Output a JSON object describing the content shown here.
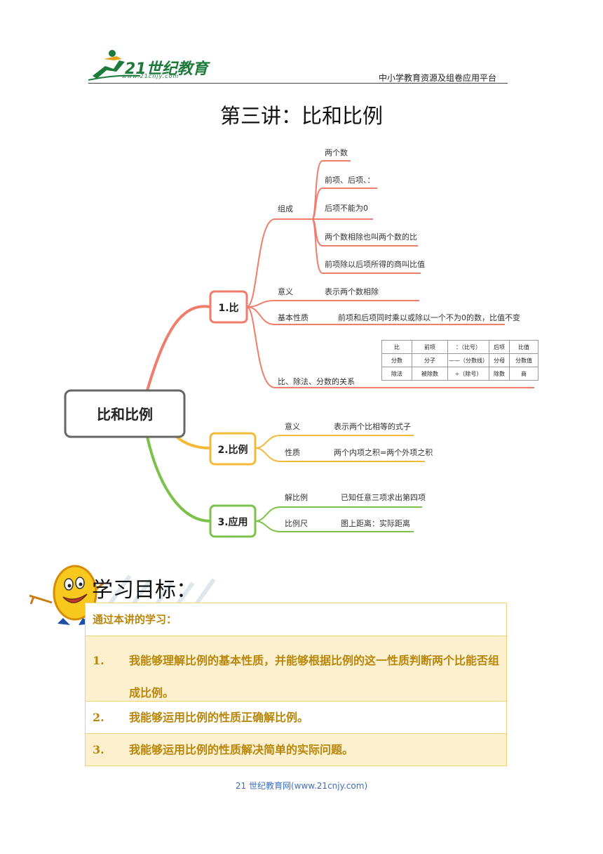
{
  "header": {
    "logo_text": "21世纪教育",
    "logo_url": "www.21cnjy.com",
    "right_text": "中小学教育资源及组卷应用平台"
  },
  "title": "第三讲：比和比例",
  "mindmap": {
    "root": "比和比例",
    "branches": [
      {
        "label": "1.比",
        "color": "#f07c6c",
        "items": [
          {
            "label": "组成",
            "children": [
              "两个数",
              "前项、后项、：",
              "后项不能为0",
              "两个数相除也叫两个数的比",
              "前项除以后项所得的商叫比值"
            ]
          },
          {
            "label": "意义",
            "value": "表示两个数相除"
          },
          {
            "label": "基本性质",
            "value": "前项和后项同时乘以或除以一个不为0的数，比值不变"
          },
          {
            "label": "比、除法、分数的关系"
          }
        ],
        "table": [
          [
            "比",
            "前项",
            "：（比号）",
            "后项",
            "比值"
          ],
          [
            "分数",
            "分子",
            "——（分数线）",
            "分母",
            "分数值"
          ],
          [
            "除法",
            "被除数",
            "÷（除号）",
            "除数",
            "商"
          ]
        ]
      },
      {
        "label": "2.比例",
        "color": "#f5b93a",
        "items": [
          {
            "label": "意义",
            "value": "表示两个比相等的式子"
          },
          {
            "label": "性质",
            "value": "两个内项之积=两个外项之积"
          }
        ]
      },
      {
        "label": "3.应用",
        "color": "#7cc24a",
        "items": [
          {
            "label": "解比例",
            "value": "已知任意三项求出第四项"
          },
          {
            "label": "比例尺",
            "value": "图上距离：实际距离"
          }
        ]
      }
    ]
  },
  "goals": {
    "title": "学习目标：",
    "intro": "通过本讲的学习：",
    "items": [
      {
        "num": "1.",
        "text": "我能够理解比例的基本性质，并能够根据比例的这一性质判断两个比能否组成比例。"
      },
      {
        "num": "2.",
        "text": "我能够运用比例的性质正确解比例。"
      },
      {
        "num": "3.",
        "text": "我能够运用比例的性质解决简单的实际问题。"
      }
    ]
  },
  "footer": "21 世纪教育网(www.21cnjy.com)"
}
